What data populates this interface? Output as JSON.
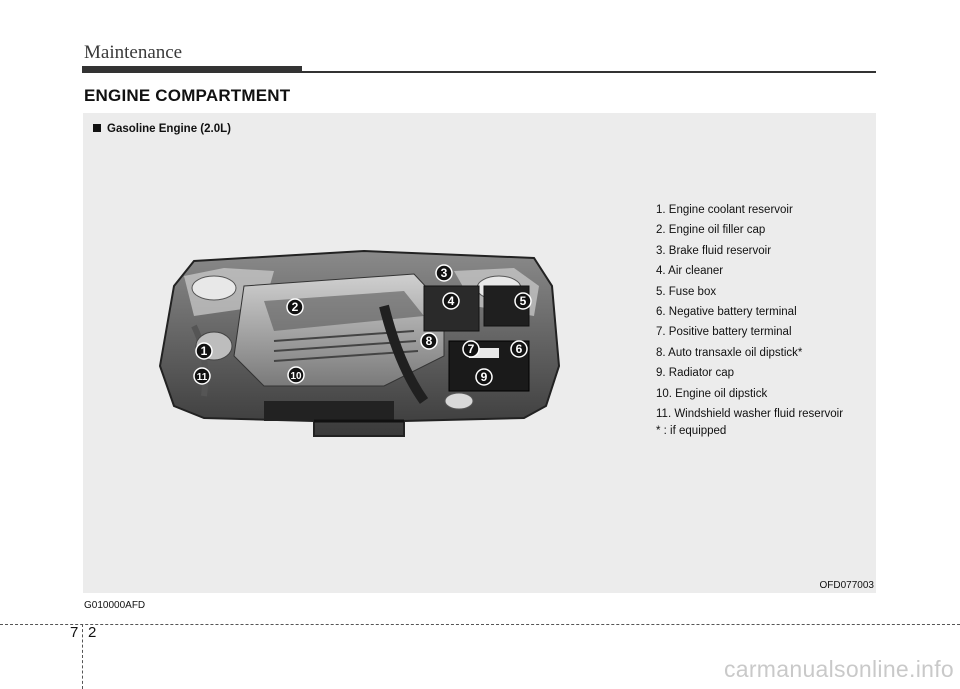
{
  "header": {
    "section_title": "Maintenance",
    "page_heading": "ENGINE COMPARTMENT"
  },
  "figure": {
    "title": "Gasoline Engine (2.0L)",
    "code": "OFD077003",
    "legend": [
      "1. Engine coolant reservoir",
      "2. Engine oil filler cap",
      "3. Brake fluid reservoir",
      "4. Air cleaner",
      "5. Fuse box",
      "6. Negative battery terminal",
      "7. Positive battery terminal",
      "8. Auto transaxle oil dipstick*",
      "9. Radiator cap",
      "10. Engine oil dipstick",
      "11. Windshield washer fluid reservoir"
    ],
    "note": "* : if equipped",
    "callouts": [
      "1",
      "2",
      "3",
      "4",
      "5",
      "6",
      "7",
      "8",
      "9",
      "10",
      "11"
    ]
  },
  "footer": {
    "doc_code": "G010000AFD",
    "chapter": "7",
    "page": "2",
    "watermark": "carmanualsonline.info"
  }
}
